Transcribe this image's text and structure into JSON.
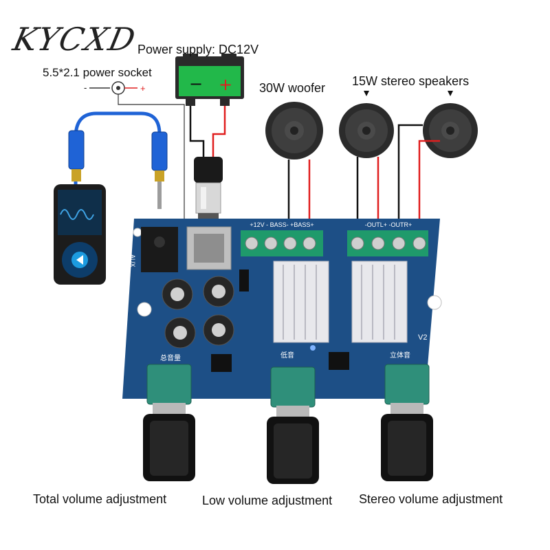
{
  "brand": "KYCXD",
  "labels": {
    "power_supply": "Power supply: DC12V",
    "socket": "5.5*2.1 power socket",
    "socket_minus": "-",
    "socket_plus": "+",
    "battery_minus": "−",
    "battery_plus": "+",
    "woofer": "30W woofer",
    "stereo": "15W stereo speakers",
    "total_volume": "Total volume adjustment",
    "low_volume": "Low volume adjustment",
    "stereo_volume": "Stereo volume adjustment"
  },
  "board": {
    "terminal_left": "+12V  - BASS-  +BASS+",
    "terminal_right": "-OUTL+   -OUTR+",
    "aux": "AUX",
    "v2": "V2",
    "knob_labels": [
      "总音量",
      "低音",
      "立体音"
    ]
  },
  "colors": {
    "board": "#1d4f86",
    "battery": "#22b84a",
    "wire_red": "#e01e1e",
    "wire_black": "#111111",
    "cable_blue": "#1f63d6",
    "pot": "#2f8f7a"
  }
}
